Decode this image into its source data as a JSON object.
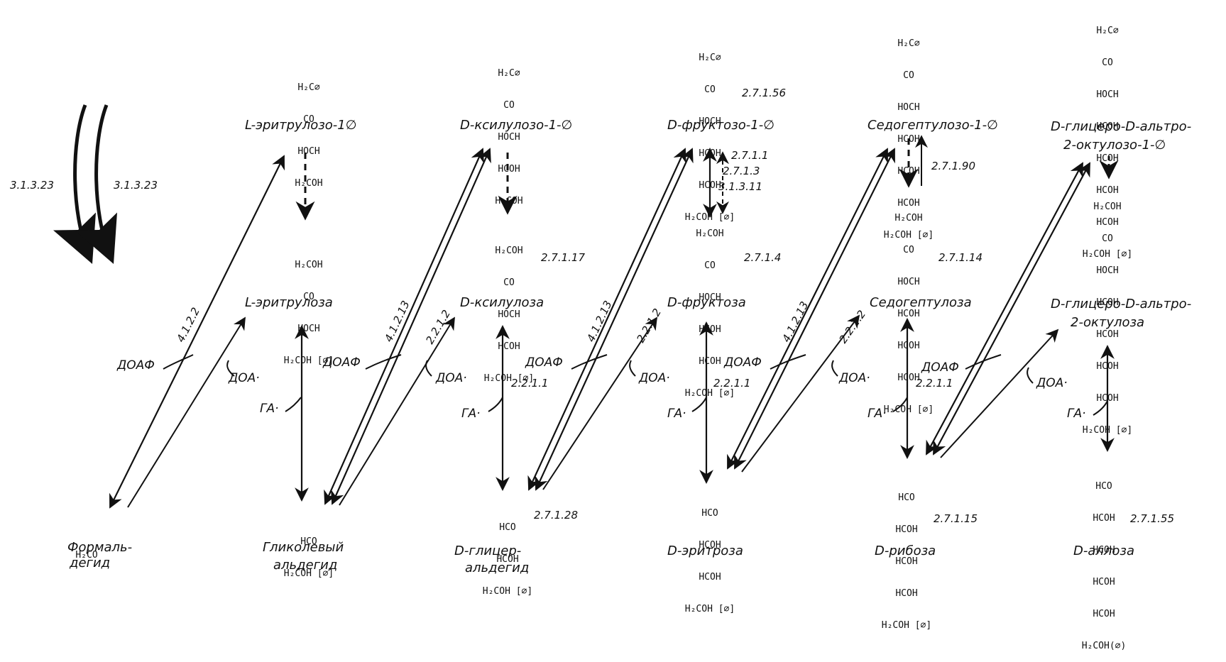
{
  "colors": {
    "ink": "#111111",
    "background": "#ffffff"
  },
  "side": {
    "ec_left": "3.1.3.23",
    "ec_right": "3.1.3.23"
  },
  "compounds": {
    "formaldehyde": {
      "formula": [
        "H₂CO"
      ],
      "name": [
        "Формаль-",
        "дегид"
      ]
    },
    "glycolaldehyde": {
      "formula": [
        "HCO",
        "H₂COH [∅]"
      ],
      "name": [
        "Гликолевый",
        "альдегид"
      ]
    },
    "glyceraldehyde": {
      "formula": [
        "HCO",
        "HCOH",
        "H₂COH [∅]"
      ],
      "name": [
        "D-глицер-",
        "альдегид"
      ],
      "ec": "2.7.1.28"
    },
    "erythrose": {
      "formula": [
        "HCO",
        "HCOH",
        "HCOH",
        "H₂COH [∅]"
      ],
      "name": [
        "D-эритроза"
      ]
    },
    "ribose": {
      "formula": [
        "HCO",
        "HCOH",
        "HCOH",
        "HCOH",
        "H₂COH [∅]"
      ],
      "name": [
        "D-рибоза"
      ],
      "ec": "2.7.1.15"
    },
    "allose": {
      "formula": [
        "HCO",
        "HCOH",
        "HCOH",
        "HCOH",
        "HCOH",
        "H₂COH(∅)"
      ],
      "name": [
        "D-аллоза"
      ],
      "ec": "2.7.1.55"
    },
    "erythrulose": {
      "formula": [
        "H₂COH",
        "CO",
        "HOCH",
        "H₂COH [∅]"
      ],
      "name": [
        "L-эритрулоза"
      ]
    },
    "xylulose": {
      "formula": [
        "H₂COH",
        "CO",
        "HOCH",
        "HCOH",
        "H₂COH [∅]"
      ],
      "name": [
        "D-ксилулоза"
      ],
      "ec": "2.7.1.17"
    },
    "fructose": {
      "formula": [
        "H₂COH",
        "CO",
        "HOCH",
        "HCOH",
        "HCOH",
        "H₂COH [∅]"
      ],
      "name": [
        "D-фруктоза"
      ],
      "ec": "2.7.1.4"
    },
    "sedoheptulose": {
      "formula": [
        "H₂COH",
        "CO",
        "HOCH",
        "HCOH",
        "HCOH",
        "HCOH",
        "H₂COH [∅]"
      ],
      "name": [
        "Седогептулоза"
      ],
      "ec": "2.7.1.14"
    },
    "octulose": {
      "formula": [
        "H₂COH",
        "CO",
        "HOCH",
        "HCOH",
        "HCOH",
        "HCOH",
        "HCOH",
        "H₂COH [∅]"
      ],
      "name": [
        "D-глицеро-D-альтро-",
        "2-октулоза"
      ]
    },
    "erythrulose_p": {
      "formula": [
        "H₂C∅",
        "CO",
        "HOCH",
        "H₂COH"
      ],
      "name": [
        "L-эритрулозо-1∅"
      ]
    },
    "xylulose_p": {
      "formula": [
        "H₂C∅",
        "CO",
        "HOCH",
        "HCOH",
        "H₂COH"
      ],
      "name": [
        "D-ксилулозо-1-∅"
      ]
    },
    "fructose_p": {
      "formula": [
        "H₂C∅",
        "CO",
        "HOCH",
        "HCOH",
        "HCOH",
        "H₂COH [∅]"
      ],
      "name": [
        "D-фруктозо-1-∅"
      ],
      "ec": "2.7.1.56"
    },
    "sedoheptulose_p": {
      "formula": [
        "H₂C∅",
        "CO",
        "HOCH",
        "HCOH",
        "HCOH",
        "HCOH",
        "H₂COH [∅]"
      ],
      "name": [
        "Седогептулозо-1-∅"
      ]
    },
    "octulose_p": {
      "formula": [
        "H₂C∅",
        "CO",
        "HOCH",
        "HCOH",
        "HCOH",
        "HCOH",
        "HCOH",
        "H₂COH [∅]"
      ],
      "name": [
        "D-глицеро-D-альтро-",
        "2-октулозо-1-∅"
      ]
    }
  },
  "reactions": {
    "aldolase_ec": "4.1.2.2",
    "aldolase_ec2": "4.1.2.13",
    "transketolase_ec": "2.2.1.2",
    "doaf": "ДОАФ",
    "doa": "ДОА·",
    "ga": "ГА·",
    "tk_ec_xyl": "2.2.1.1",
    "tk_ec_fru": "2.2.1.1",
    "tk_ec_sed": "2.2.1.1",
    "fru_ecs": [
      "2.7.1.1",
      "2.7.1.3",
      "3.1.3.11"
    ],
    "sed_ec": "2.7.1.90"
  }
}
